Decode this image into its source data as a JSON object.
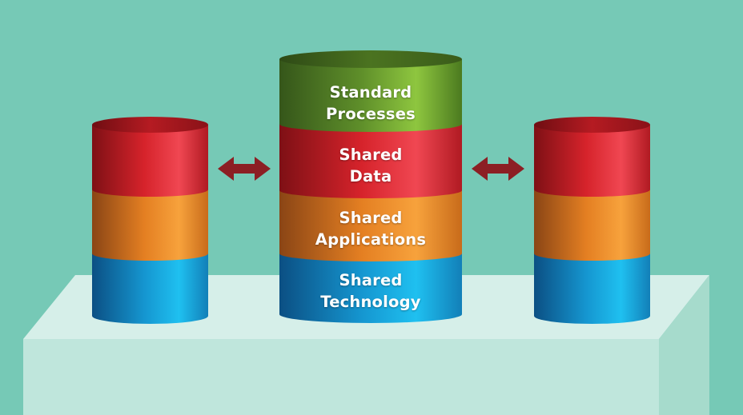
{
  "center_stack": {
    "layers": [
      {
        "line1": "Standard",
        "line2": "Processes",
        "color": "#5f8f2a"
      },
      {
        "line1": "Shared",
        "line2": "Data",
        "color": "#d6232b"
      },
      {
        "line1": "Shared",
        "line2": "Applications",
        "color": "#e47f22"
      },
      {
        "line1": "Shared",
        "line2": "Technology",
        "color": "#1596d0"
      }
    ]
  },
  "side_stacks": {
    "colors": [
      "#d6232b",
      "#e47f22",
      "#1596d0"
    ]
  },
  "colors": {
    "background": "#76c9b6",
    "pedestal_front": "#bfe6dc",
    "pedestal_top": "#d6efe9",
    "pedestal_side": "#a8dccd",
    "arrow": "#8c1f24"
  }
}
